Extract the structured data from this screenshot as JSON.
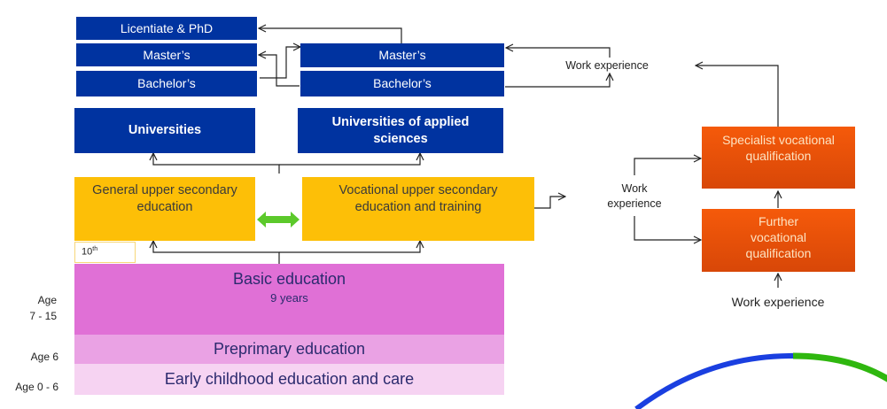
{
  "diagram": {
    "university_track": {
      "licentiate_phd": "Licentiate & PhD",
      "masters": "Master’s",
      "bachelors": "Bachelor’s",
      "institution": "Universities"
    },
    "applied_sciences_track": {
      "masters": "Master’s",
      "bachelors": "Bachelor’s",
      "institution": "Universities of applied sciences"
    },
    "upper_secondary": {
      "general": "General upper secondary education",
      "vocational": "Vocational upper secondary education and training",
      "tenth_grade": "10",
      "tenth_grade_suffix": "th"
    },
    "basic_levels": {
      "basic_education": "Basic education",
      "basic_duration": "9 years",
      "preprimary": "Preprimary education",
      "early_childhood": "Early childhood education and care"
    },
    "ages": {
      "basic_line1": "Age",
      "basic_line2": "7 - 15",
      "preprimary": "Age 6",
      "early_childhood": "Age 0 - 6"
    },
    "vocational_qualifications": {
      "specialist": "Specialist vocational qualification",
      "further": "Further vocational qualification"
    },
    "work_experience_labels": {
      "top": "Work experience",
      "middle_line1": "Work",
      "middle_line2": "experience",
      "bottom": "Work experience"
    },
    "colors": {
      "higher_education": "#0033a0",
      "upper_secondary": "#fdbf07",
      "vocational_qualification": "#f55a0a",
      "basic_education": "#e070d6",
      "preprimary": "#eaa2e4",
      "early_childhood": "#f6d3f2",
      "bidirectional_arrow": "#5cc92b"
    }
  }
}
